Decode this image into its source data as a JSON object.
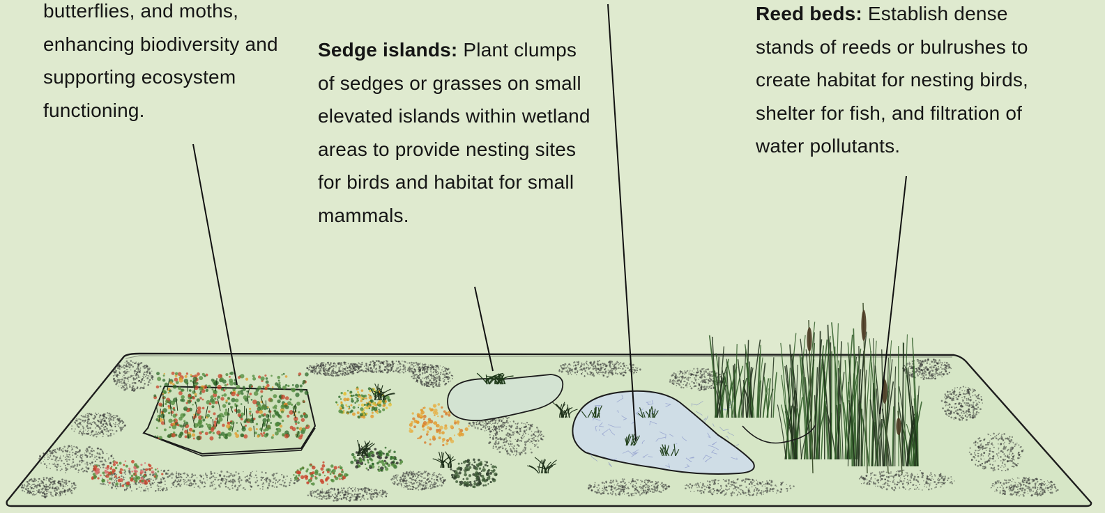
{
  "callouts": {
    "pollinator": {
      "text": "butterflies, and moths, enhancing biodiversity and supporting ecosystem functioning."
    },
    "sedge": {
      "title": "Sedge islands:",
      "text": " Plant clumps of sedges or grasses on small elevated islands within wetland areas to provide nesting sites for birds and habitat for small mammals."
    },
    "reed": {
      "title": "Reed beds:",
      "text": " Establish dense stands of reeds or bulrushes to create habitat for nesting birds, shelter for fish, and filtration of water pollutants."
    }
  },
  "colors": {
    "background": "#dfeacf",
    "ink": "#151515",
    "plot_fill": "#d6e6c6",
    "water": "#cfdde6",
    "green_dark": "#2f6a2b",
    "green_mid": "#4f8a3a",
    "flower_red": "#c9422a",
    "flower_orange": "#e39a2a",
    "reed_green": "#2e5a26",
    "cattail_brown": "#4b3a22"
  }
}
